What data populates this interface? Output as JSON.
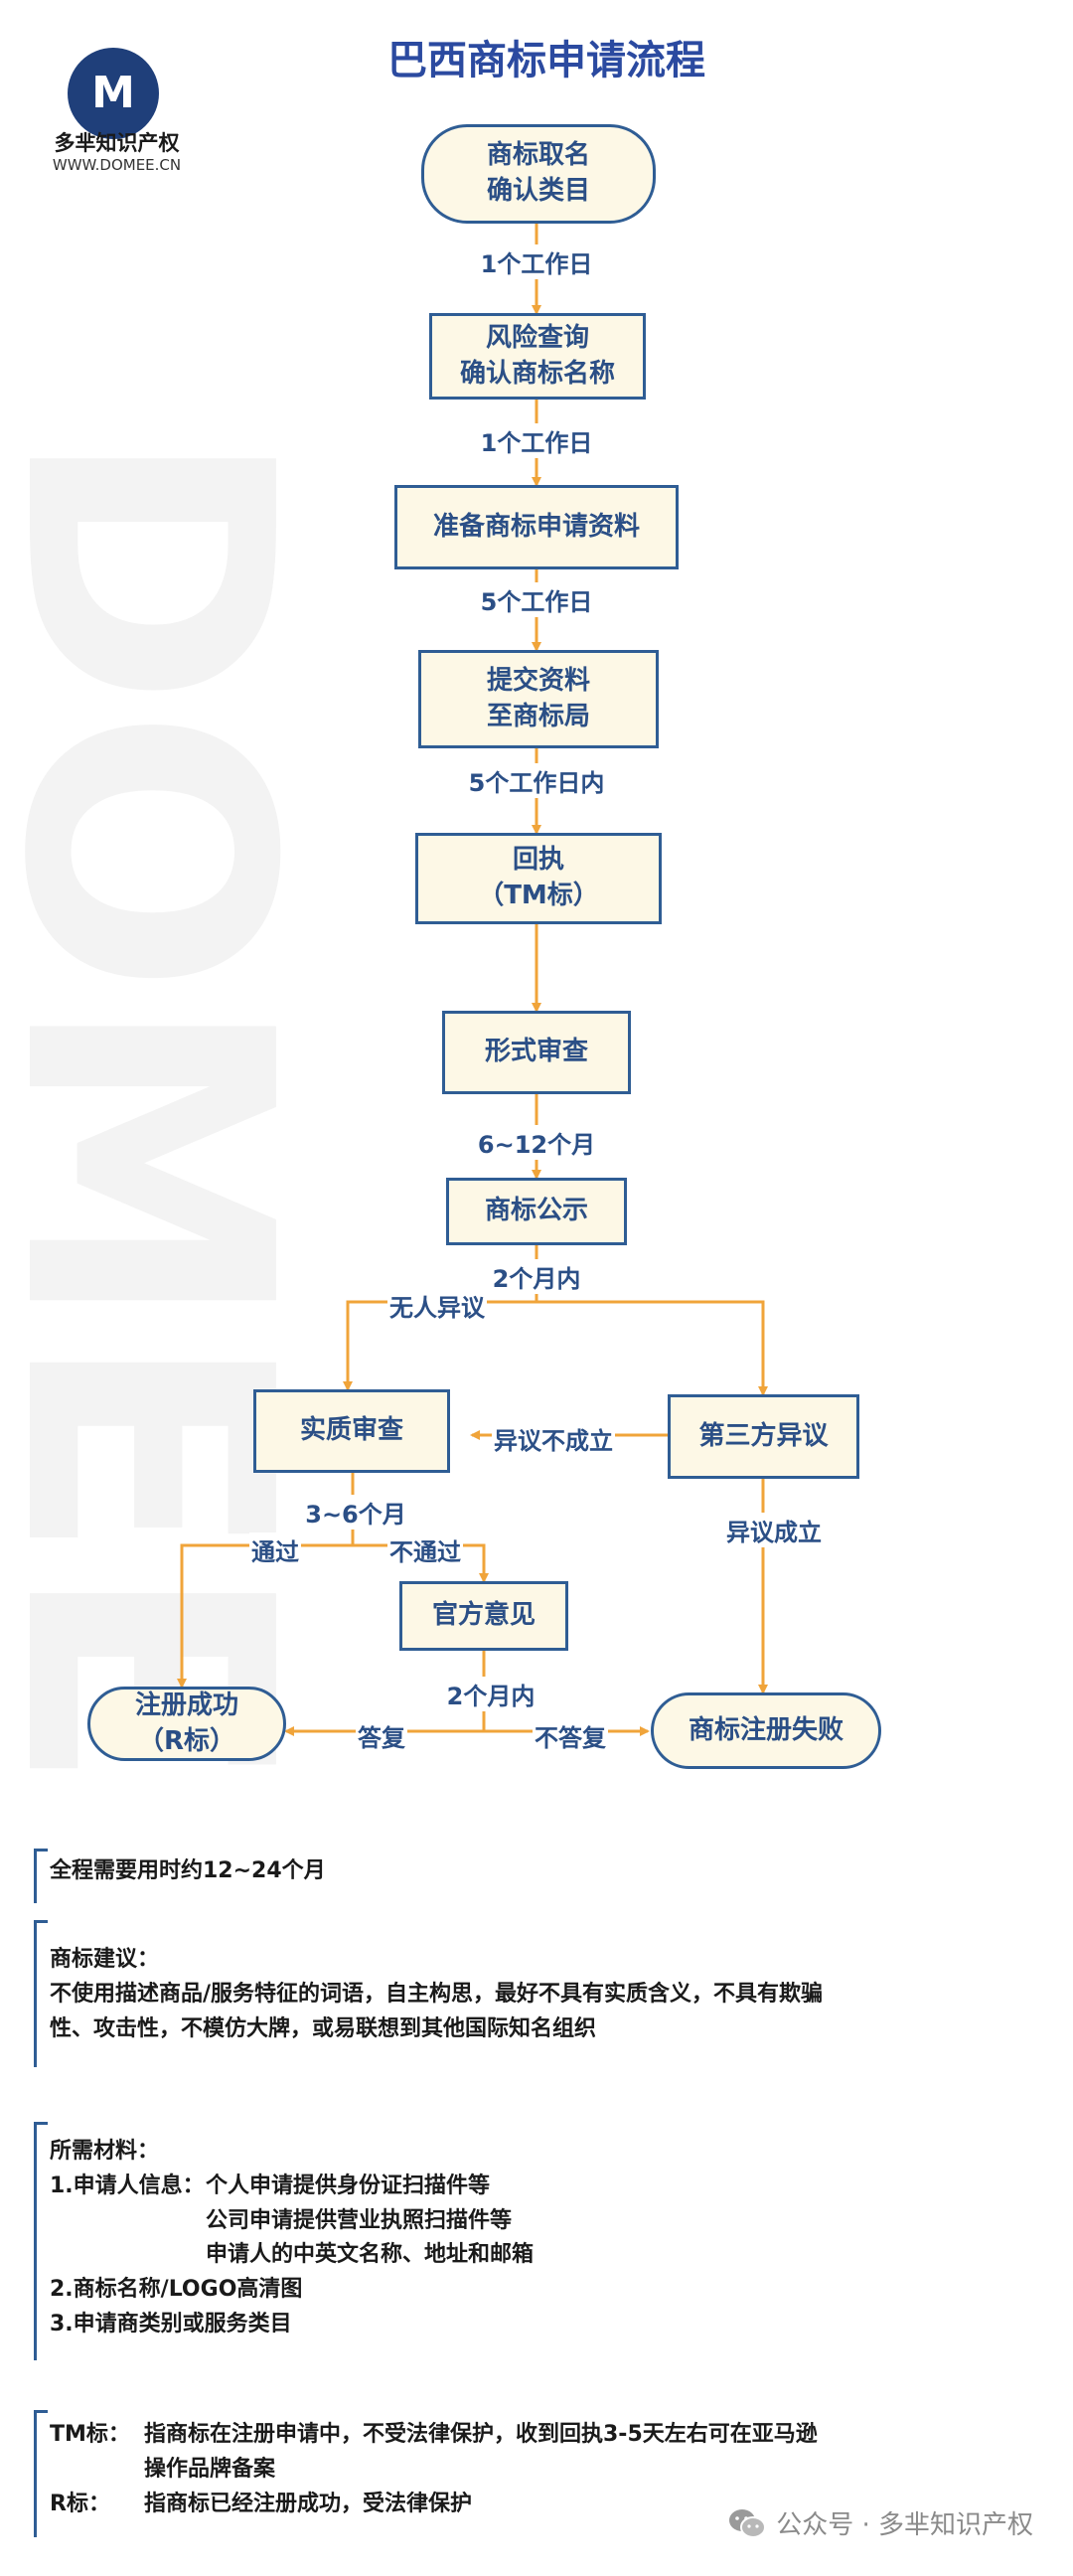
{
  "header": {
    "title": "巴西商标申请流程",
    "logo_letter": "M",
    "logo_name": "多芈知识产权",
    "logo_url": "WWW.DOMEE.CN",
    "watermark": "DOMEE"
  },
  "flow": {
    "step1": "商标取名\n确认类目",
    "t1": "1个工作日",
    "step2": "风险查询\n确认商标名称",
    "t2": "1个工作日",
    "step3": "准备商标申请资料",
    "t3": "5个工作日",
    "step4": "提交资料\n至商标局",
    "t4": "5个工作日内",
    "step5": "回执\n（TM标）",
    "step6": "形式审查",
    "t6": "6~12个月",
    "step7": "商标公示",
    "t7": "2个月内",
    "no_objection": "无人异议",
    "substantive": "实质审查",
    "objection_fail": "异议不成立",
    "third_party": "第三方异议",
    "t8": "3~6个月",
    "objection_ok": "异议成立",
    "pass": "通过",
    "no_pass": "不通过",
    "official": "官方意见",
    "t9": "2个月内",
    "success": "注册成功\n（R标）",
    "reply": "答复",
    "no_reply": "不答复",
    "fail": "商标注册失败"
  },
  "notes": {
    "total": "全程需要用时约12~24个月",
    "advice_title": "商标建议：",
    "advice_line1": "不使用描述商品/服务特征的词语，自主构思，最好不具有实质含义，不具有欺骗",
    "advice_line2": "性、攻击性，不模仿大牌，或易联想到其他国际知名组织",
    "materials_title": "所需材料：",
    "m1_label": "1.申请人信息：",
    "m1_a": "个人申请提供身份证扫描件等",
    "m1_b": "公司申请提供营业执照扫描件等",
    "m1_c": "申请人的中英文名称、地址和邮箱",
    "m2": "2.商标名称/LOGO高清图",
    "m3": "3.申请商类别或服务类目",
    "tm_label": "TM标：",
    "tm_line1": "指商标在注册申请中，不受法律保护，收到回执3-5天左右可在亚马逊",
    "tm_line2": "操作品牌备案",
    "r_label": "R标：",
    "r_line": "指商标已经注册成功，受法律保护"
  },
  "footer": {
    "text": "公众号 · 多芈知识产权",
    "icon": "wechat-icon"
  },
  "colors": {
    "box_fill": "#fdf8e6",
    "box_border": "#2f5d94",
    "box_text": "#2b4f86",
    "arrow": "#f0a43a",
    "title": "#2b4aa0"
  }
}
